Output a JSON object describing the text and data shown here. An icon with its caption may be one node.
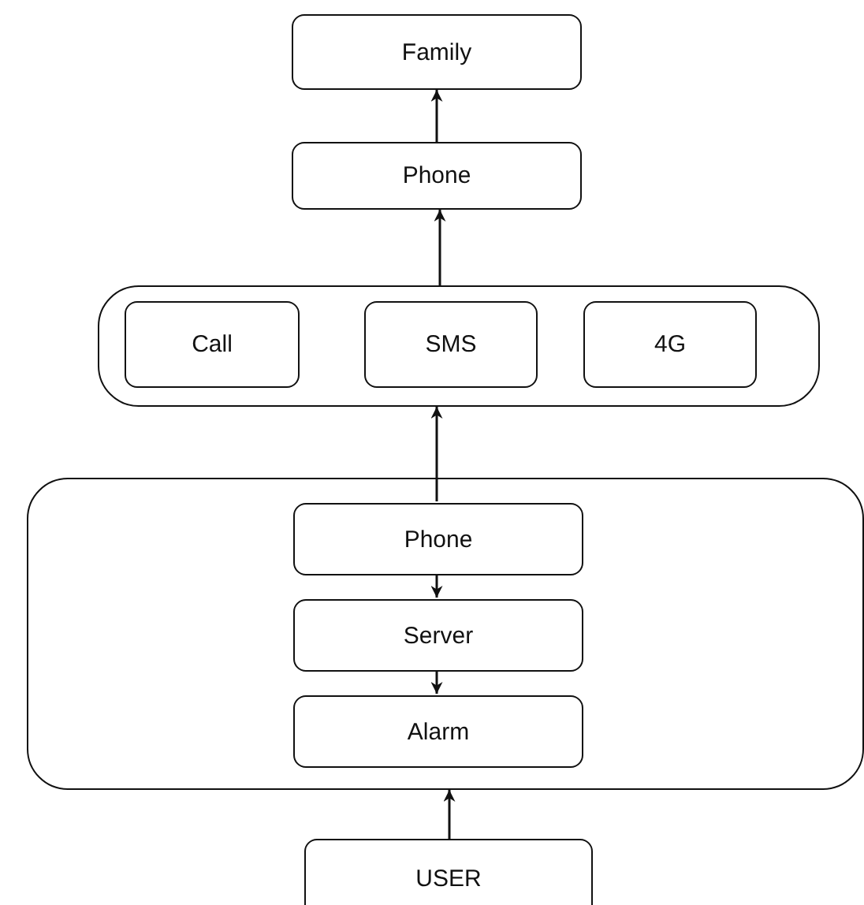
{
  "diagram": {
    "nodes": [
      {
        "text": [
          "Family"
        ]
      },
      {
        "text": [
          "Phone"
        ]
      },
      {
        "text": [],
        "shape": "box"
      },
      {
        "text": [
          "Call"
        ],
        "in": 2
      },
      {
        "text": [
          "SMS"
        ],
        "in": 2
      },
      {
        "text": [
          "4G"
        ],
        "in": 2
      },
      {
        "text": [],
        "shape": "box"
      },
      {
        "text": [
          "Phone"
        ],
        "in": 6
      },
      {
        "text": [
          "Server"
        ],
        "in": 6
      },
      {
        "text": [
          "Alarm"
        ],
        "in": 6
      },
      {
        "text": [
          "USER"
        ]
      }
    ],
    "edges": [
      {
        "from": 1,
        "to": 0,
        "arrow": "to"
      },
      {
        "from": 2,
        "to": 1,
        "arrow": "to"
      },
      {
        "from": 7,
        "to": 2,
        "arrow": "to"
      },
      {
        "from": 7,
        "to": 8,
        "arrow": "to"
      },
      {
        "from": 8,
        "to": 9,
        "arrow": "to"
      },
      {
        "from": 10,
        "to": 6,
        "arrow": "to"
      }
    ]
  }
}
